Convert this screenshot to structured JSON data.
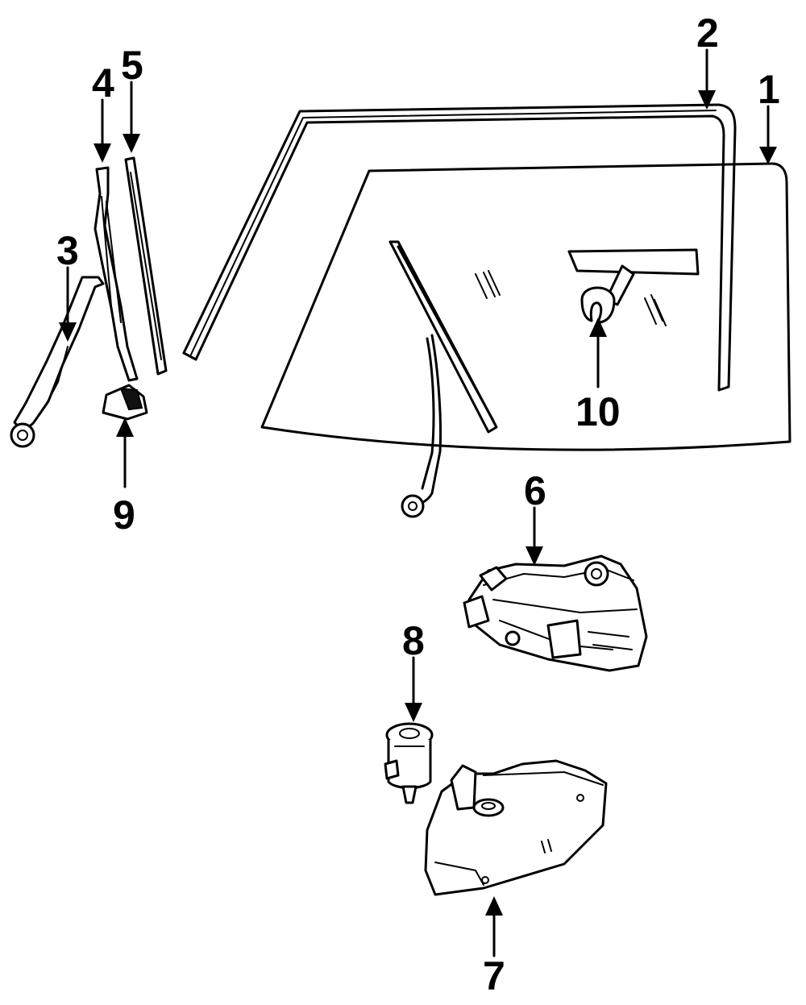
{
  "diagram": {
    "callouts": [
      {
        "id": "1",
        "label": "1",
        "part": "windshield-glass"
      },
      {
        "id": "2",
        "label": "2",
        "part": "windshield-molding"
      },
      {
        "id": "3",
        "label": "3",
        "part": "wiper-arm"
      },
      {
        "id": "4",
        "label": "4",
        "part": "wiper-blade"
      },
      {
        "id": "5",
        "label": "5",
        "part": "blade-refill"
      },
      {
        "id": "6",
        "label": "6",
        "part": "wiper-motor"
      },
      {
        "id": "7",
        "label": "7",
        "part": "washer-reservoir"
      },
      {
        "id": "8",
        "label": "8",
        "part": "washer-pump"
      },
      {
        "id": "9",
        "label": "9",
        "part": "pivot-cap"
      },
      {
        "id": "10",
        "label": "10",
        "part": "mirror-bracket"
      }
    ]
  }
}
